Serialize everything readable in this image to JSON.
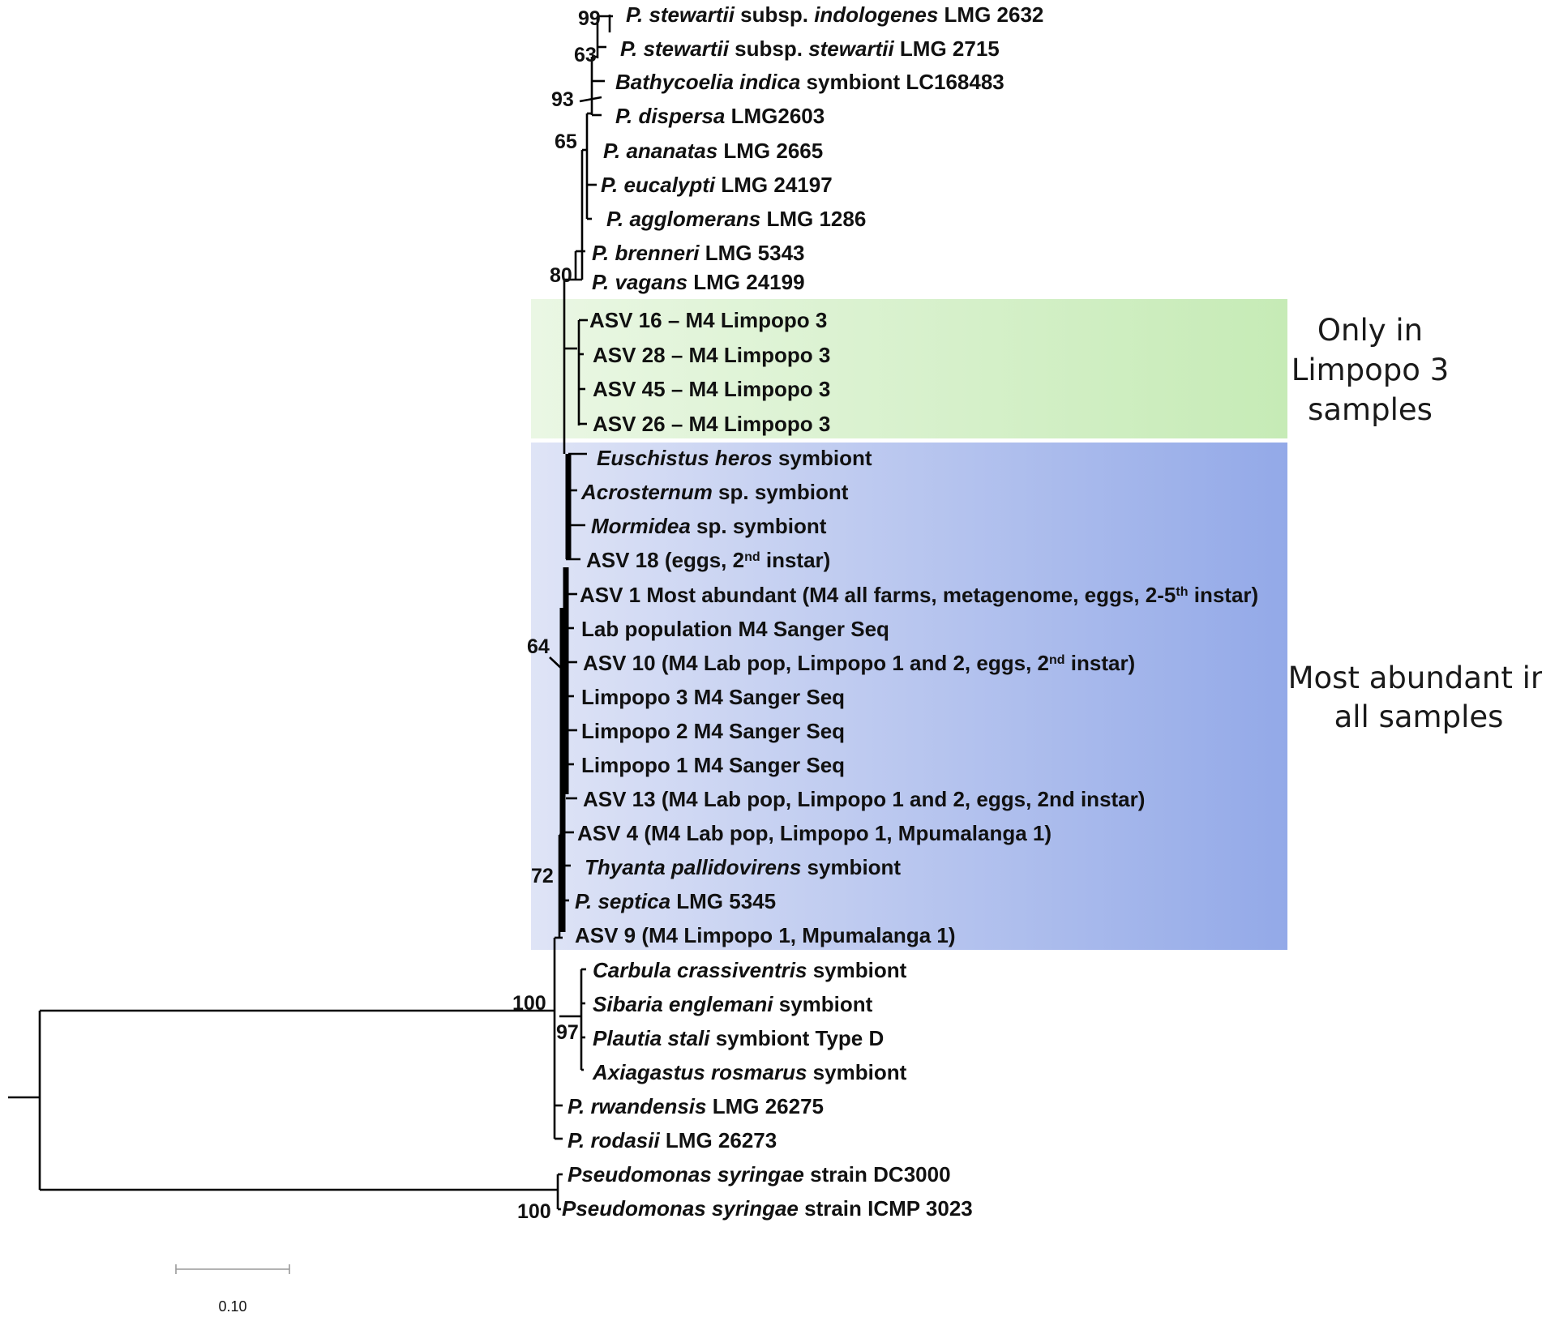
{
  "leaves": [
    {
      "id": "stew_ind",
      "parts": [
        {
          "t": "P. stewartii",
          "i": true
        },
        {
          "t": " subsp. "
        },
        {
          "t": "indologenes",
          "i": true
        },
        {
          "t": " LMG 2632"
        }
      ]
    },
    {
      "id": "stew_stew",
      "parts": [
        {
          "t": "P. stewartii",
          "i": true
        },
        {
          "t": " subsp. "
        },
        {
          "t": "stewartii",
          "i": true
        },
        {
          "t": " LMG 2715"
        }
      ]
    },
    {
      "id": "bathy",
      "parts": [
        {
          "t": "Bathycoelia indica",
          "i": true
        },
        {
          "t": " symbiont LC168483"
        }
      ]
    },
    {
      "id": "dispersa",
      "parts": [
        {
          "t": "P. dispersa",
          "i": true
        },
        {
          "t": " LMG2603"
        }
      ]
    },
    {
      "id": "ananatas",
      "parts": [
        {
          "t": "P. ananatas",
          "i": true
        },
        {
          "t": " LMG 2665"
        }
      ]
    },
    {
      "id": "eucalypti",
      "parts": [
        {
          "t": "P. eucalypti",
          "i": true
        },
        {
          "t": " LMG 24197"
        }
      ]
    },
    {
      "id": "agglo",
      "parts": [
        {
          "t": "P. agglomerans",
          "i": true
        },
        {
          "t": " LMG 1286"
        }
      ]
    },
    {
      "id": "brenneri",
      "parts": [
        {
          "t": "P. brenneri",
          "i": true
        },
        {
          "t": " LMG 5343"
        }
      ]
    },
    {
      "id": "vagans",
      "parts": [
        {
          "t": "P. vagans",
          "i": true
        },
        {
          "t": " LMG 24199"
        }
      ]
    },
    {
      "id": "asv16",
      "parts": [
        {
          "t": "ASV 16 – M4 Limpopo 3"
        }
      ]
    },
    {
      "id": "asv28",
      "parts": [
        {
          "t": "ASV 28 – M4 Limpopo 3"
        }
      ]
    },
    {
      "id": "asv45",
      "parts": [
        {
          "t": "ASV 45 – M4 Limpopo 3"
        }
      ]
    },
    {
      "id": "asv26",
      "parts": [
        {
          "t": "ASV 26 – M4 Limpopo 3"
        }
      ]
    },
    {
      "id": "euschistus",
      "parts": [
        {
          "t": "Euschistus heros",
          "i": true
        },
        {
          "t": " symbiont"
        }
      ]
    },
    {
      "id": "acrosternum",
      "parts": [
        {
          "t": "Acrosternum",
          "i": true
        },
        {
          "t": " sp. symbiont"
        }
      ]
    },
    {
      "id": "mormidea",
      "parts": [
        {
          "t": "Mormidea",
          "i": true
        },
        {
          "t": " sp. symbiont"
        }
      ]
    },
    {
      "id": "asv18",
      "parts": [
        {
          "t": "ASV 18 (eggs, 2"
        },
        {
          "t": "nd",
          "s": true
        },
        {
          "t": " instar)"
        }
      ]
    },
    {
      "id": "asv1",
      "parts": [
        {
          "t": "ASV 1 Most abundant (M4 all farms, metagenome, eggs, 2-5"
        },
        {
          "t": "th",
          "s": true
        },
        {
          "t": " instar)"
        }
      ]
    },
    {
      "id": "labpop",
      "parts": [
        {
          "t": "Lab population M4 Sanger Seq"
        }
      ]
    },
    {
      "id": "asv10",
      "parts": [
        {
          "t": "ASV 10 (M4 Lab pop, Limpopo 1 and 2, eggs, 2"
        },
        {
          "t": "nd",
          "s": true
        },
        {
          "t": " instar)"
        }
      ]
    },
    {
      "id": "limp3",
      "parts": [
        {
          "t": "Limpopo 3 M4 Sanger Seq"
        }
      ]
    },
    {
      "id": "limp2",
      "parts": [
        {
          "t": "Limpopo 2 M4 Sanger Seq"
        }
      ]
    },
    {
      "id": "limp1",
      "parts": [
        {
          "t": "Limpopo 1 M4 Sanger Seq"
        }
      ]
    },
    {
      "id": "asv13",
      "parts": [
        {
          "t": "ASV 13 (M4 Lab pop, Limpopo 1 and 2, eggs, 2nd instar)"
        }
      ]
    },
    {
      "id": "asv4",
      "parts": [
        {
          "t": "ASV 4 (M4 Lab pop, Limpopo 1, Mpumalanga 1)"
        }
      ]
    },
    {
      "id": "thyanta",
      "parts": [
        {
          "t": "Thyanta pallidovirens",
          "i": true
        },
        {
          "t": " symbiont"
        }
      ]
    },
    {
      "id": "septica",
      "parts": [
        {
          "t": "P. septica",
          "i": true
        },
        {
          "t": " LMG 5345"
        }
      ]
    },
    {
      "id": "asv9",
      "parts": [
        {
          "t": "ASV 9 (M4 Limpopo 1, Mpumalanga 1)"
        }
      ]
    },
    {
      "id": "carbula",
      "parts": [
        {
          "t": "Carbula crassiventris",
          "i": true
        },
        {
          "t": " symbiont"
        }
      ]
    },
    {
      "id": "sibaria",
      "parts": [
        {
          "t": "Sibaria englemani",
          "i": true
        },
        {
          "t": " symbiont"
        }
      ]
    },
    {
      "id": "plautia",
      "parts": [
        {
          "t": "Plautia stali",
          "i": true
        },
        {
          "t": " symbiont Type D"
        }
      ]
    },
    {
      "id": "axiagastus",
      "parts": [
        {
          "t": "Axiagastus rosmarus",
          "i": true
        },
        {
          "t": " symbiont"
        }
      ]
    },
    {
      "id": "rwandensis",
      "parts": [
        {
          "t": "P. rwandensis",
          "i": true
        },
        {
          "t": " LMG 26275"
        }
      ]
    },
    {
      "id": "rodasii",
      "parts": [
        {
          "t": "P. rodasii",
          "i": true
        },
        {
          "t": " LMG 26273"
        }
      ]
    },
    {
      "id": "psdc",
      "parts": [
        {
          "t": "Pseudomonas syringae",
          "i": true
        },
        {
          "t": " strain DC3000"
        }
      ]
    },
    {
      "id": "psicmp",
      "parts": [
        {
          "t": "Pseudomonas syringae",
          "i": true
        },
        {
          "t": " strain ICMP 3023"
        }
      ]
    }
  ],
  "bootstrap": [
    "99",
    "63",
    "93",
    "65",
    "80",
    "64",
    "72",
    "100",
    "97",
    "100"
  ],
  "groups": [
    {
      "id": "limpopo3",
      "lines": [
        "Only in",
        "Limpopo 3",
        "samples"
      ],
      "color_from": "#eaf7e4",
      "color_to": "#c6ebb6"
    },
    {
      "id": "abundant",
      "lines": [
        "Most abundant in",
        "all samples"
      ],
      "color_from": "#dfe4f6",
      "color_to": "#93a9e8"
    }
  ],
  "scale_bar": {
    "label": "0.10"
  }
}
